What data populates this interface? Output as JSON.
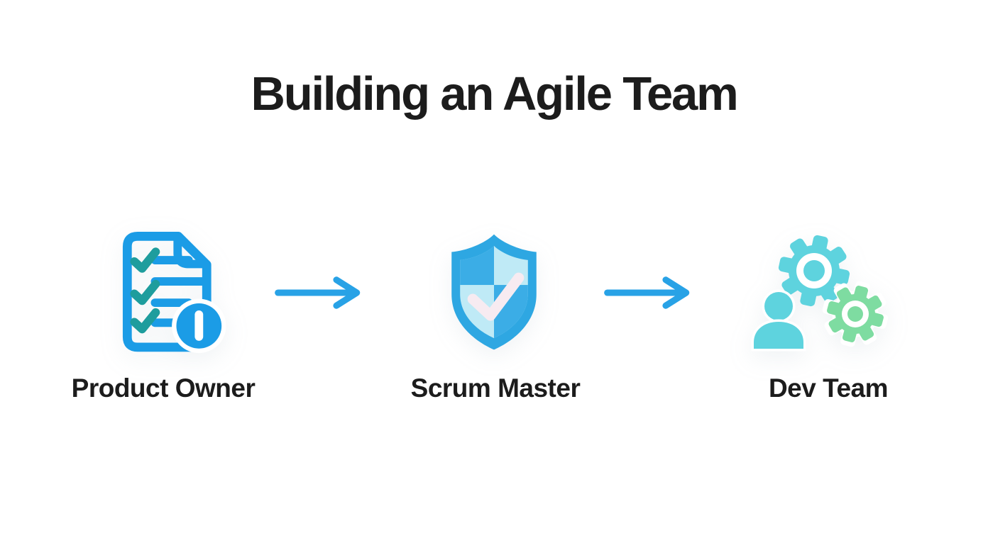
{
  "title": "Building an Agile Team",
  "steps": [
    {
      "label": "Product Owner",
      "icon": "checklist-document-icon"
    },
    {
      "label": "Scrum Master",
      "icon": "shield-check-icon"
    },
    {
      "label": "Dev Team",
      "icon": "person-gears-icon"
    }
  ],
  "connectors": [
    {
      "icon": "arrow-right-icon"
    },
    {
      "icon": "arrow-right-icon"
    }
  ],
  "colors": {
    "background": "#ffffff",
    "title_text": "#1c1c1c",
    "label_text": "#1c1c1c",
    "doc_blue": "#1b9ce6",
    "check_teal": "#1e9d9d",
    "arrow_blue": "#28a2e6",
    "shield_outer": "#2ea7e2",
    "shield_light": "#bfeaf6",
    "shield_mid": "#3bade6",
    "shield_check": "#f7ebf1",
    "cyan": "#5ed3de",
    "green": "#7edca1"
  }
}
